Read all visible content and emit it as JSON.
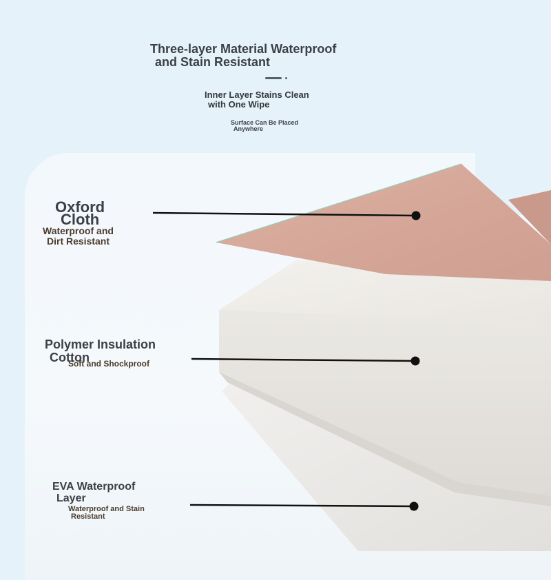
{
  "header": {
    "title_line1": "Three-layer Material Waterproof",
    "title_line2": "and Stain Resistant",
    "subtitle_line1": "Inner Layer Stains Clean",
    "subtitle_line2": "with One Wipe",
    "caption_line1": "Surface Can Be Placed",
    "caption_line2": "Anywhere"
  },
  "layers": [
    {
      "name_line1": "Oxford",
      "name_line2": "Cloth",
      "desc_line1": "Waterproof and",
      "desc_line2": "Dirt Resistant",
      "color": "#d8aa9c"
    },
    {
      "name_line1": "Polymer Insulation",
      "name_line2": "Cotton",
      "desc_line1": "Soft and Shockproof",
      "color": "#f0eeea"
    },
    {
      "name_line1": "EVA Waterproof",
      "name_line2": "Layer",
      "desc_line1": "Waterproof and Stain",
      "desc_line2": "Resistant",
      "color": "#eceae8"
    }
  ],
  "colors": {
    "background": "#e6f2fa",
    "panel": "#f3f8fc",
    "text_dark": "#3b3f46",
    "text_brown": "#4a3b2c",
    "pointer": "#111111"
  }
}
